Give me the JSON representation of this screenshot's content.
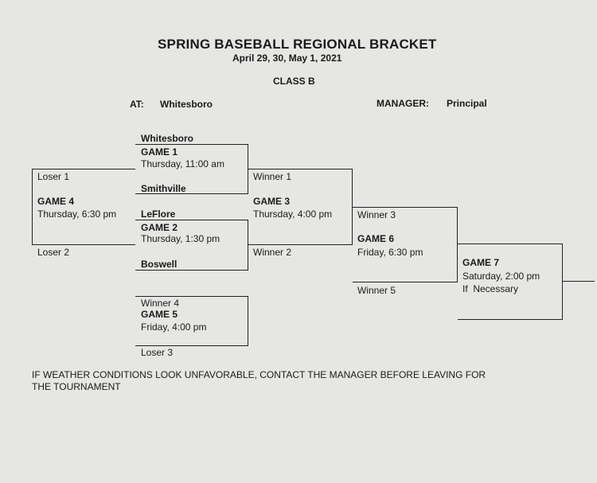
{
  "header": {
    "title": "SPRING BASEBALL REGIONAL BRACKET",
    "dates": "April 29, 30, May 1, 2021",
    "class": "CLASS B",
    "at_label": "AT:",
    "at_value": "Whitesboro",
    "manager_label": "MANAGER:",
    "manager_value": "Principal"
  },
  "games": {
    "g1": {
      "team_top": "Whitesboro",
      "name": "GAME 1",
      "time": "Thursday, 11:00 am",
      "team_bottom": "Smithville"
    },
    "g2": {
      "team_top": "LeFlore",
      "name": "GAME 2",
      "time": "Thursday, 1:30 pm",
      "team_bottom": "Boswell"
    },
    "g3": {
      "slot_top": "Winner 1",
      "name": "GAME 3",
      "time": "Thursday, 4:00 pm",
      "slot_bottom": "Winner 2"
    },
    "g4": {
      "slot_top": "Loser 1",
      "name": "GAME 4",
      "time": "Thursday, 6:30 pm",
      "slot_bottom": "Loser 2"
    },
    "g5": {
      "slot_top": "Winner 4",
      "name": "GAME 5",
      "time": "Friday, 4:00 pm",
      "slot_bottom": "Loser 3"
    },
    "g6": {
      "slot_top": "Winner 3",
      "name": "GAME 6",
      "time": "Friday, 6:30 pm",
      "slot_bottom": "Winner 5"
    },
    "g7": {
      "name": "GAME 7",
      "time": "Saturday, 2:00 pm",
      "note": "If  Necessary"
    }
  },
  "footer": {
    "note": "IF WEATHER CONDITIONS LOOK UNFAVORABLE, CONTACT THE MANAGER BEFORE LEAVING FOR THE TOURNAMENT"
  }
}
